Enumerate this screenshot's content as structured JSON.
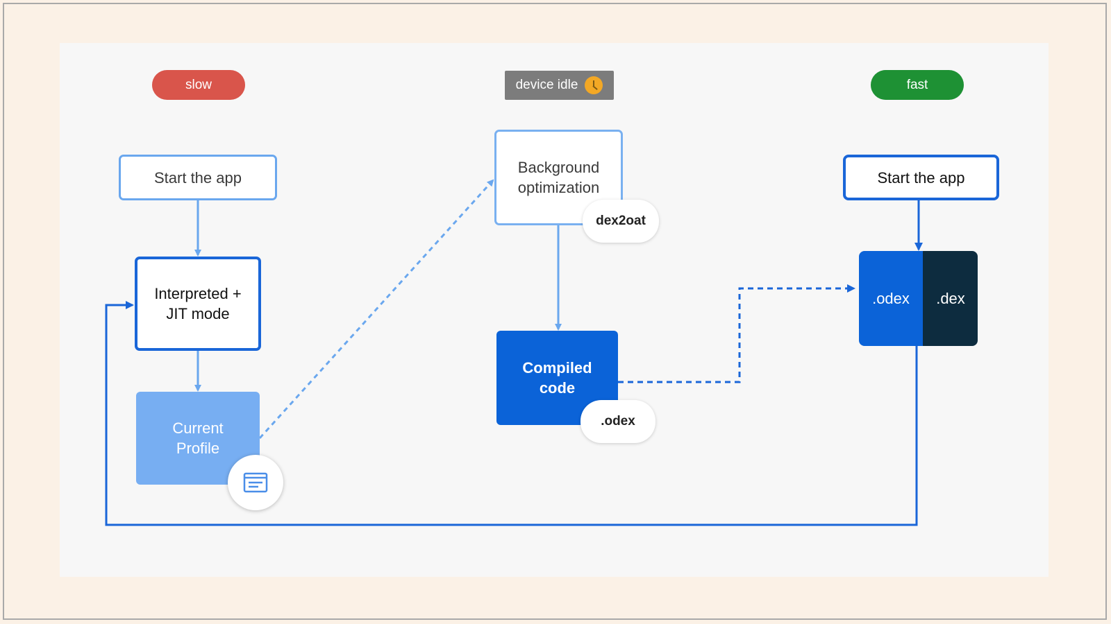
{
  "labels": {
    "slow": "slow",
    "device_idle": "device idle",
    "fast": "fast"
  },
  "left_flow": {
    "start": "Start the app",
    "interpreted": "Interpreted +\nJIT mode",
    "profile": "Current\nProfile"
  },
  "middle_flow": {
    "background": "Background\noptimization",
    "tool": "dex2oat",
    "compiled": "Compiled\ncode",
    "output": ".odex"
  },
  "right_flow": {
    "start": "Start the app",
    "odex": ".odex",
    "dex": ".dex"
  },
  "icons": {
    "idle": "clock-icon",
    "profile": "document-icon"
  },
  "colors": {
    "slow": "#d9554b",
    "fast": "#1e9134",
    "idle": "#7c7c7c",
    "primary_blue": "#1a66d8",
    "light_blue": "#77aef2",
    "dark_navy": "#0d2c3f"
  }
}
